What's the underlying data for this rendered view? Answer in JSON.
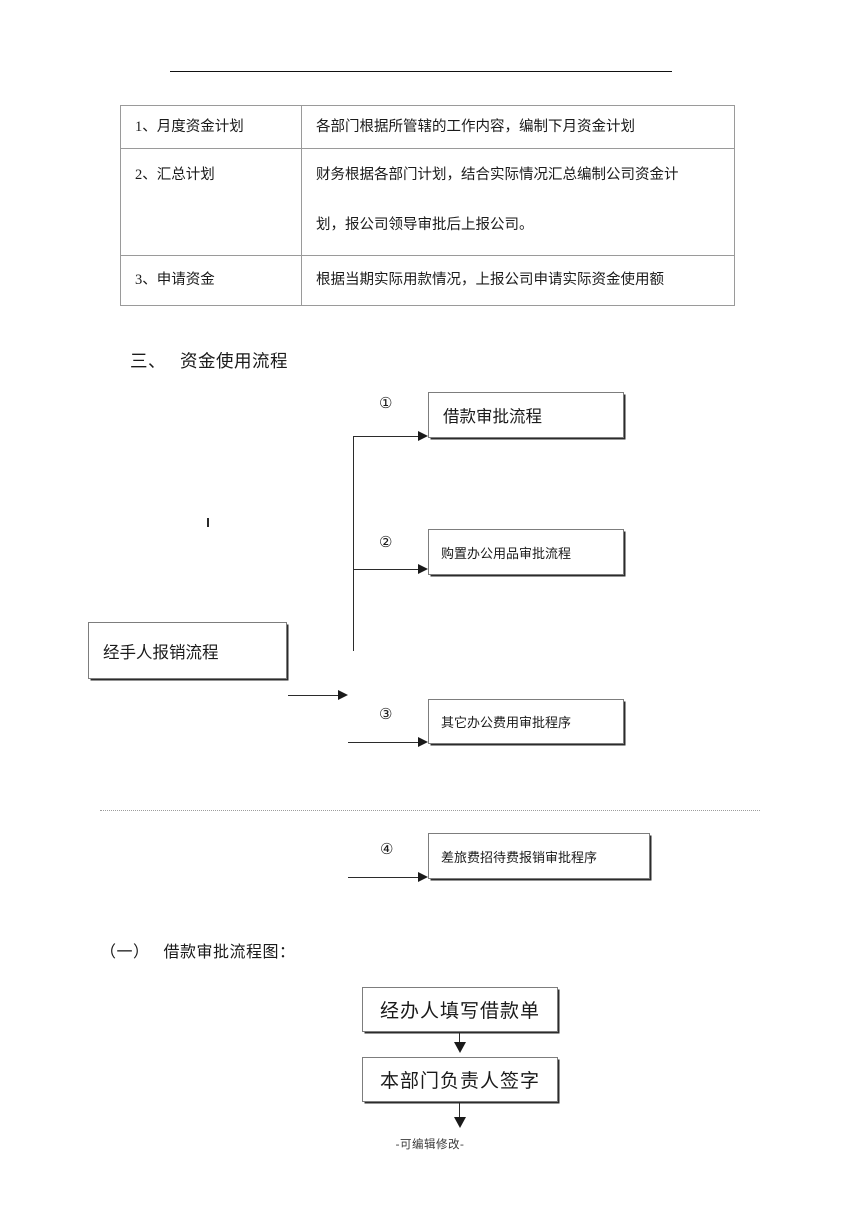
{
  "document": {
    "footer_note": "-可编辑修改-"
  },
  "top_rule": {
    "present": true
  },
  "table": {
    "rows": [
      {
        "label": "1、月度资金计划",
        "desc": "各部门根据所管辖的工作内容，编制下月资金计划",
        "desc_line2": ""
      },
      {
        "label": "2、汇总计划",
        "desc": "财务根据各部门计划，结合实际情况汇总编制公司资金计",
        "desc_line2": "划，报公司领导审批后上报公司。"
      },
      {
        "label": "3、申请资金",
        "desc": "根据当期实际用款情况，上报公司申请实际资金使用额",
        "desc_line2": ""
      }
    ]
  },
  "section": {
    "number": "三、",
    "title": "资金使用流程"
  },
  "flow": {
    "source_box": "经手人报销流程",
    "branches": [
      {
        "marker": "①",
        "label": "借款审批流程"
      },
      {
        "marker": "②",
        "label": "购置办公用品审批流程"
      },
      {
        "marker": "③",
        "label": "其它办公费用审批程序"
      },
      {
        "marker": "④",
        "label": "差旅费招待费报销审批程序"
      }
    ]
  },
  "subsection": {
    "number": "（一）",
    "title": "借款审批流程图："
  },
  "approval_flow": {
    "steps": [
      "经办人填写借款单",
      "本部门负责人签字"
    ]
  },
  "colors": {
    "text": "#1a1a1a",
    "box_border": "#7d7d7d",
    "box_shadow": "#2b2b2b",
    "table_border": "#9a9a9a",
    "separator": "#9d9d9d"
  }
}
